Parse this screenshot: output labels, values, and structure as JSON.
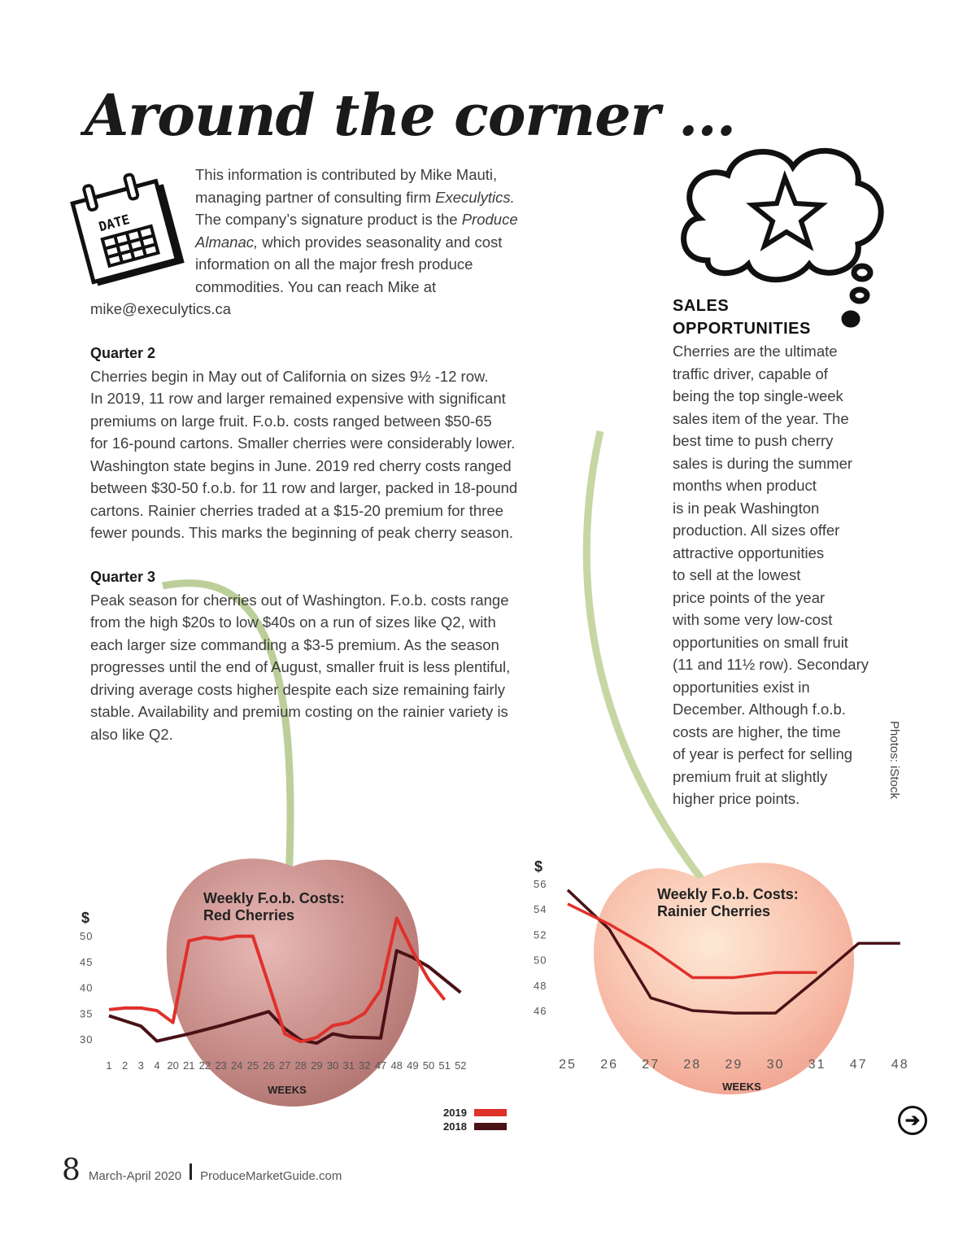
{
  "title": "Around the corner ...",
  "icons": {
    "calendar": "calendar-icon",
    "thought": "thought-bubble-star-icon",
    "next": "next-arrow-icon"
  },
  "calendar_label": "DATE",
  "intro": {
    "lines": [
      "This information is contributed by Mike Mauti,",
      "managing partner of consulting firm |Execulytics.|",
      "The company’s signature product is the |Produce|",
      "|Almanac,| which provides seasonality and cost",
      "information on all the major fresh produce",
      "commodities. You can reach Mike at"
    ],
    "email": "mike@execulytics.ca"
  },
  "q2": {
    "heading": "Quarter 2",
    "lines": [
      "Cherries begin in May out of California on sizes 9½ -12 row.",
      "In 2019, 11 row and larger remained expensive with significant",
      "premiums on large fruit. F.o.b. costs ranged between $50-65",
      "for 16-pound cartons. Smaller cherries were considerably lower.",
      "Washington state begins in June. 2019 red cherry costs ranged",
      "between $30-50 f.o.b. for 11 row and larger, packed in 18-pound",
      "cartons. Rainier cherries traded at a $15-20 premium for three",
      "fewer pounds. This marks the beginning of peak cherry season."
    ]
  },
  "q3": {
    "heading": "Quarter 3",
    "lines": [
      "Peak season for cherries out of Washington. F.o.b. costs range",
      "from the high $20s to low $40s on a run of sizes like Q2, with",
      "each larger size commanding a $3-5 premium. As the season",
      "progresses until the end of August, smaller fruit is less plentiful,",
      "driving average costs higher despite each size remaining fairly",
      "stable. Availability and premium costing on the rainier variety is",
      "also like Q2."
    ]
  },
  "sales": {
    "heading_lines": [
      "SALES",
      "OPPORTUNITIES"
    ],
    "lines": [
      "Cherries are the ultimate",
      "traffic driver, capable of",
      "being the top single-week",
      "sales item of the year. The",
      "best time to push cherry",
      "sales is during the summer",
      "months when product",
      "is in peak Washington",
      "production. All sizes offer",
      "attractive opportunities",
      "to sell at the lowest",
      "price points of the year",
      "with some very low-cost",
      "opportunities on small fruit",
      "(11 and 11½ row). Secondary",
      "opportunities exist in",
      "December. Although f.o.b.",
      "costs are higher, the time",
      "of year is perfect for selling",
      "premium fruit at slightly",
      "higher price points."
    ]
  },
  "photo_credit": "Photos: iStock",
  "footer": {
    "page": "8",
    "issue": "March-April 2020",
    "site": "ProduceMarketGuide.com"
  },
  "colors": {
    "y2019": "#e0302a",
    "y2018": "#4a1216"
  },
  "chart_data": [
    {
      "type": "line",
      "title": "Weekly F.o.b. Costs: Red Cherries",
      "title_lines": [
        "Weekly F.o.b. Costs:",
        "Red Cherries"
      ],
      "xlabel": "WEEKS",
      "ylabel": "$",
      "ylim": [
        30,
        50
      ],
      "yticks": [
        "50",
        "45",
        "40",
        "35",
        "30"
      ],
      "ytick_values": [
        50,
        45,
        40,
        35,
        30
      ],
      "categories": [
        "1",
        "2",
        "3",
        "4",
        "20",
        "21",
        "22",
        "23",
        "24",
        "25",
        "26",
        "27",
        "28",
        "29",
        "30",
        "31",
        "32",
        "47",
        "48",
        "49",
        "50",
        "51",
        "52"
      ],
      "series": [
        {
          "name": "2019",
          "values": [
            35.7,
            36.0,
            36.0,
            35.5,
            33.2,
            49.0,
            49.7,
            49.3,
            49.9,
            49.9,
            40.5,
            31.0,
            29.5,
            30.3,
            32.6,
            33.2,
            35.0,
            39.5,
            53.4,
            47.0,
            41.5,
            37.6,
            null
          ]
        },
        {
          "name": "2018",
          "values": [
            34.5,
            33.5,
            32.5,
            29.6,
            30.3,
            31.0,
            31.8,
            32.6,
            33.5,
            34.4,
            35.3,
            32.0,
            29.8,
            29.2,
            31.0,
            30.4,
            30.3,
            30.2,
            47.1,
            45.8,
            44.0,
            41.5,
            39.0
          ]
        }
      ],
      "legend": [
        "2019",
        "2018"
      ],
      "legend_position": "bottom-right"
    },
    {
      "type": "line",
      "title": "Weekly F.o.b. Costs: Rainier Cherries",
      "title_lines": [
        "Weekly F.o.b. Costs:",
        "Rainier Cherries"
      ],
      "xlabel": "WEEKS",
      "ylabel": "$",
      "ylim": [
        46,
        56
      ],
      "yticks": [
        "56",
        "54",
        "52",
        "50",
        "48",
        "46"
      ],
      "ytick_values": [
        56,
        54,
        52,
        50,
        48,
        46
      ],
      "categories": [
        "25",
        "26",
        "27",
        "28",
        "29",
        "30",
        "31",
        "47",
        "48"
      ],
      "series": [
        {
          "name": "2019",
          "values": [
            54.4,
            52.8,
            50.9,
            48.6,
            48.6,
            49.0,
            49.0,
            null,
            null
          ]
        },
        {
          "name": "2018",
          "values": [
            55.5,
            52.4,
            47.0,
            46.0,
            45.8,
            45.8,
            48.5,
            51.3,
            51.3
          ]
        }
      ]
    }
  ]
}
